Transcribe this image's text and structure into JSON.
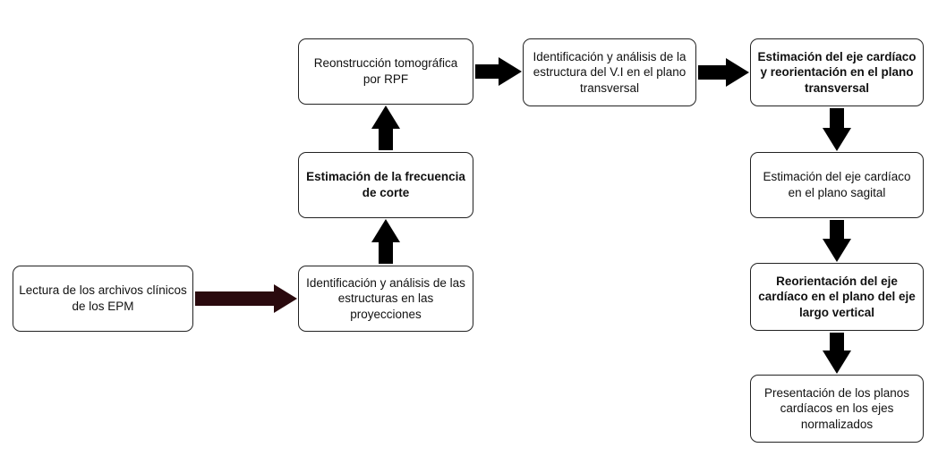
{
  "diagram": {
    "nodes": [
      {
        "id": "lectura",
        "label": "Lectura de los archivos clínicos de los EPM",
        "bold": false
      },
      {
        "id": "identificacion-proyecciones",
        "label": "Identificación y análisis de las estructuras en las proyecciones",
        "bold": false
      },
      {
        "id": "frecuencia-corte",
        "label": "Estimación de la frecuencia de corte",
        "bold": true
      },
      {
        "id": "reconstruccion",
        "label": "Reonstrucción tomográfica por RPF",
        "bold": false
      },
      {
        "id": "identificacion-vi",
        "label": "Identificación y análisis de la estructura del V.I en el plano transversal",
        "bold": false
      },
      {
        "id": "eje-transversal",
        "label": "Estimación del eje cardíaco y reorientación en el plano transversal",
        "bold": true
      },
      {
        "id": "eje-sagital",
        "label": "Estimación del eje cardíaco en el plano sagital",
        "bold": false
      },
      {
        "id": "eje-largo-vertical",
        "label": "Reorientación del eje cardíaco en el plano del eje largo vertical",
        "bold": true
      },
      {
        "id": "presentacion",
        "label": "Presentación de los planos cardíacos en los ejes normalizados",
        "bold": false
      }
    ],
    "edges": [
      {
        "from": "lectura",
        "to": "identificacion-proyecciones",
        "color": "#2a0a0e"
      },
      {
        "from": "identificacion-proyecciones",
        "to": "frecuencia-corte",
        "color": "#000000"
      },
      {
        "from": "frecuencia-corte",
        "to": "reconstruccion",
        "color": "#000000"
      },
      {
        "from": "reconstruccion",
        "to": "identificacion-vi",
        "color": "#000000"
      },
      {
        "from": "identificacion-vi",
        "to": "eje-transversal",
        "color": "#000000"
      },
      {
        "from": "eje-transversal",
        "to": "eje-sagital",
        "color": "#000000"
      },
      {
        "from": "eje-sagital",
        "to": "eje-largo-vertical",
        "color": "#000000"
      },
      {
        "from": "eje-largo-vertical",
        "to": "presentacion",
        "color": "#000000"
      }
    ]
  }
}
